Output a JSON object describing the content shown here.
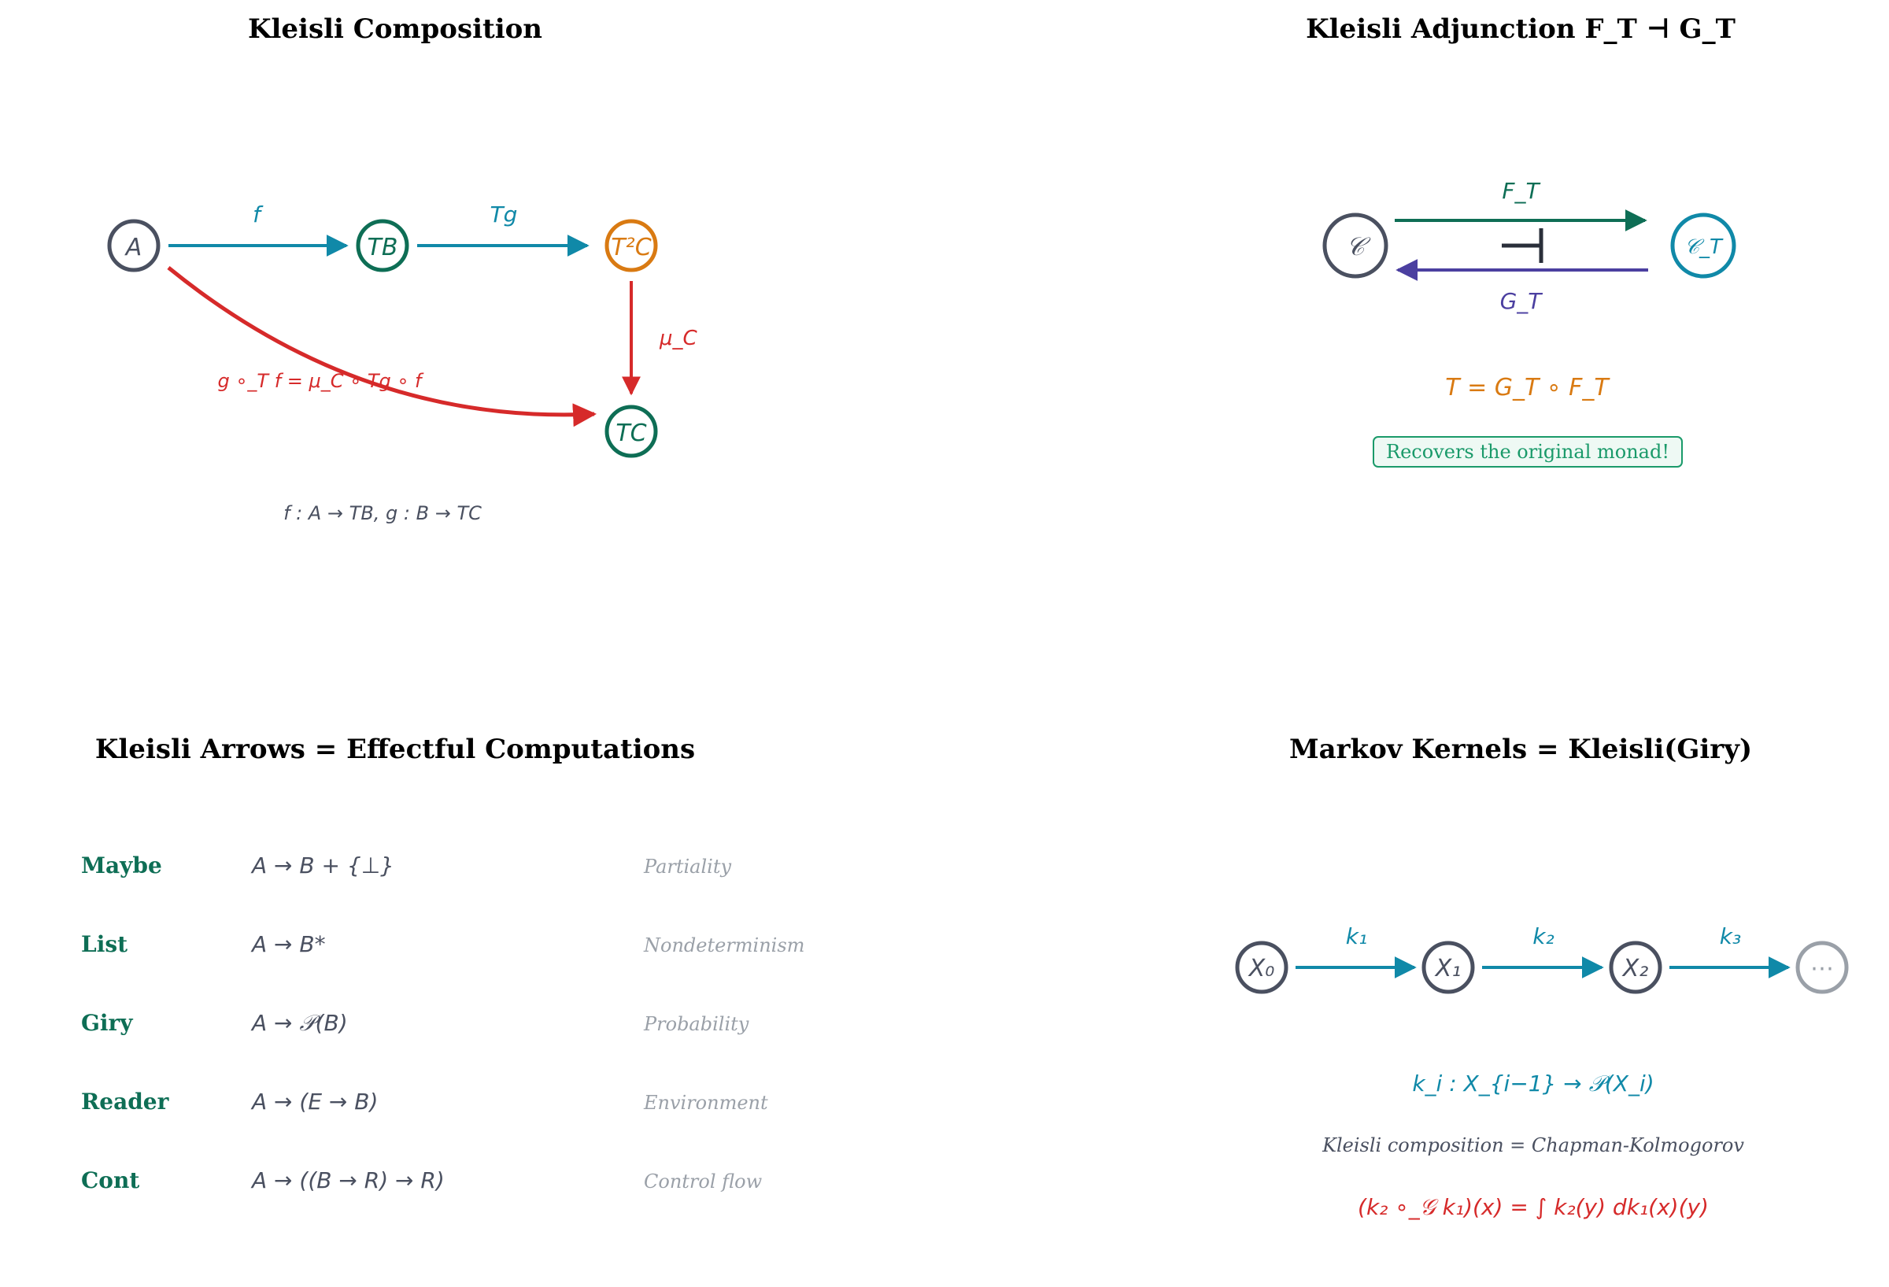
{
  "colors": {
    "slate": "#4a5060",
    "teal": "#0e6e55",
    "cyan": "#1089a8",
    "orange": "#d97a12",
    "red": "#d62a2a",
    "purple": "#4b3fa0",
    "gray": "#9aa0a8",
    "green": "#1a9a6a",
    "dark": "#2a2f3a"
  },
  "panels": {
    "composition": {
      "title": "Kleisli Composition",
      "nodes": {
        "a": "A",
        "tb": "TB",
        "t2c": "T²C",
        "tc": "TC"
      },
      "arrow_f": "f",
      "arrow_tg": "Tg",
      "arrow_mu": "μ_C",
      "composite_label": "g ∘_T f = μ_C ∘ Tg ∘ f",
      "signature": "f : A → TB,  g : B → TC"
    },
    "adjunction": {
      "title": "Kleisli Adjunction F_T ⊣ G_T",
      "nodes": {
        "c": "𝒞",
        "ct": "𝒞_T"
      },
      "free": "F_T",
      "forget": "G_T",
      "equation": "T = G_T ∘ F_T",
      "badge": "Recovers the original monad!"
    },
    "arrows": {
      "title": "Kleisli Arrows = Effectful Computations",
      "rows": [
        {
          "name": "Maybe",
          "type": "A → B + {⊥}",
          "effect": "Partiality"
        },
        {
          "name": "List",
          "type": "A → B*",
          "effect": "Nondeterminism"
        },
        {
          "name": "Giry",
          "type": "A → 𝒫(B)",
          "effect": "Probability"
        },
        {
          "name": "Reader",
          "type": "A → (E → B)",
          "effect": "Environment"
        },
        {
          "name": "Cont",
          "type": "A → ((B → R) → R)",
          "effect": "Control flow"
        }
      ]
    },
    "markov": {
      "title": "Markov Kernels = Kleisli(Giry)",
      "nodes": [
        "X₀",
        "X₁",
        "X₂",
        "⋯"
      ],
      "kernels": [
        "k₁",
        "k₂",
        "k₃"
      ],
      "kernel_type": "k_i : X_{i−1} → 𝒫(X_i)",
      "note": "Kleisli composition = Chapman-Kolmogorov",
      "formula": "(k₂ ∘_𝒢 k₁)(x) = ∫ k₂(y) dk₁(x)(y)"
    }
  }
}
